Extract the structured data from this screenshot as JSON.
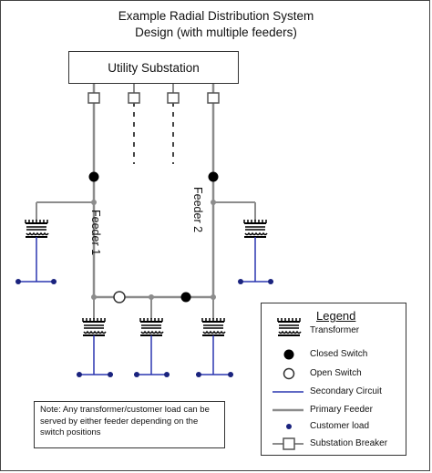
{
  "title": {
    "line1": "Example Radial Distribution System",
    "line2": "Design (with multiple feeders)"
  },
  "substation_label": "Utility Substation",
  "feeder_labels": {
    "feeder1": "Feeder 1",
    "feeder2": "Feeder 2"
  },
  "note": "Note: Any transformer/customer load can be served by either feeder depending on the switch positions",
  "legend": {
    "title": "Legend",
    "items": [
      {
        "label": "Transformer",
        "icon": "transformer-icon"
      },
      {
        "label": "Closed Switch",
        "icon": "closed-switch-icon"
      },
      {
        "label": "Open Switch",
        "icon": "open-switch-icon"
      },
      {
        "label": "Secondary Circuit",
        "icon": "secondary-circuit-line"
      },
      {
        "label": "Primary Feeder",
        "icon": "primary-feeder-line"
      },
      {
        "label": "Customer load",
        "icon": "customer-load-dot"
      },
      {
        "label": "Substation Breaker",
        "icon": "substation-breaker-icon"
      }
    ]
  },
  "colors": {
    "primary_feeder": "#8c8c8c",
    "secondary_circuit": "#2a36b0",
    "customer_load": "#1a237e",
    "switch": "#000000",
    "border": "#333333"
  }
}
